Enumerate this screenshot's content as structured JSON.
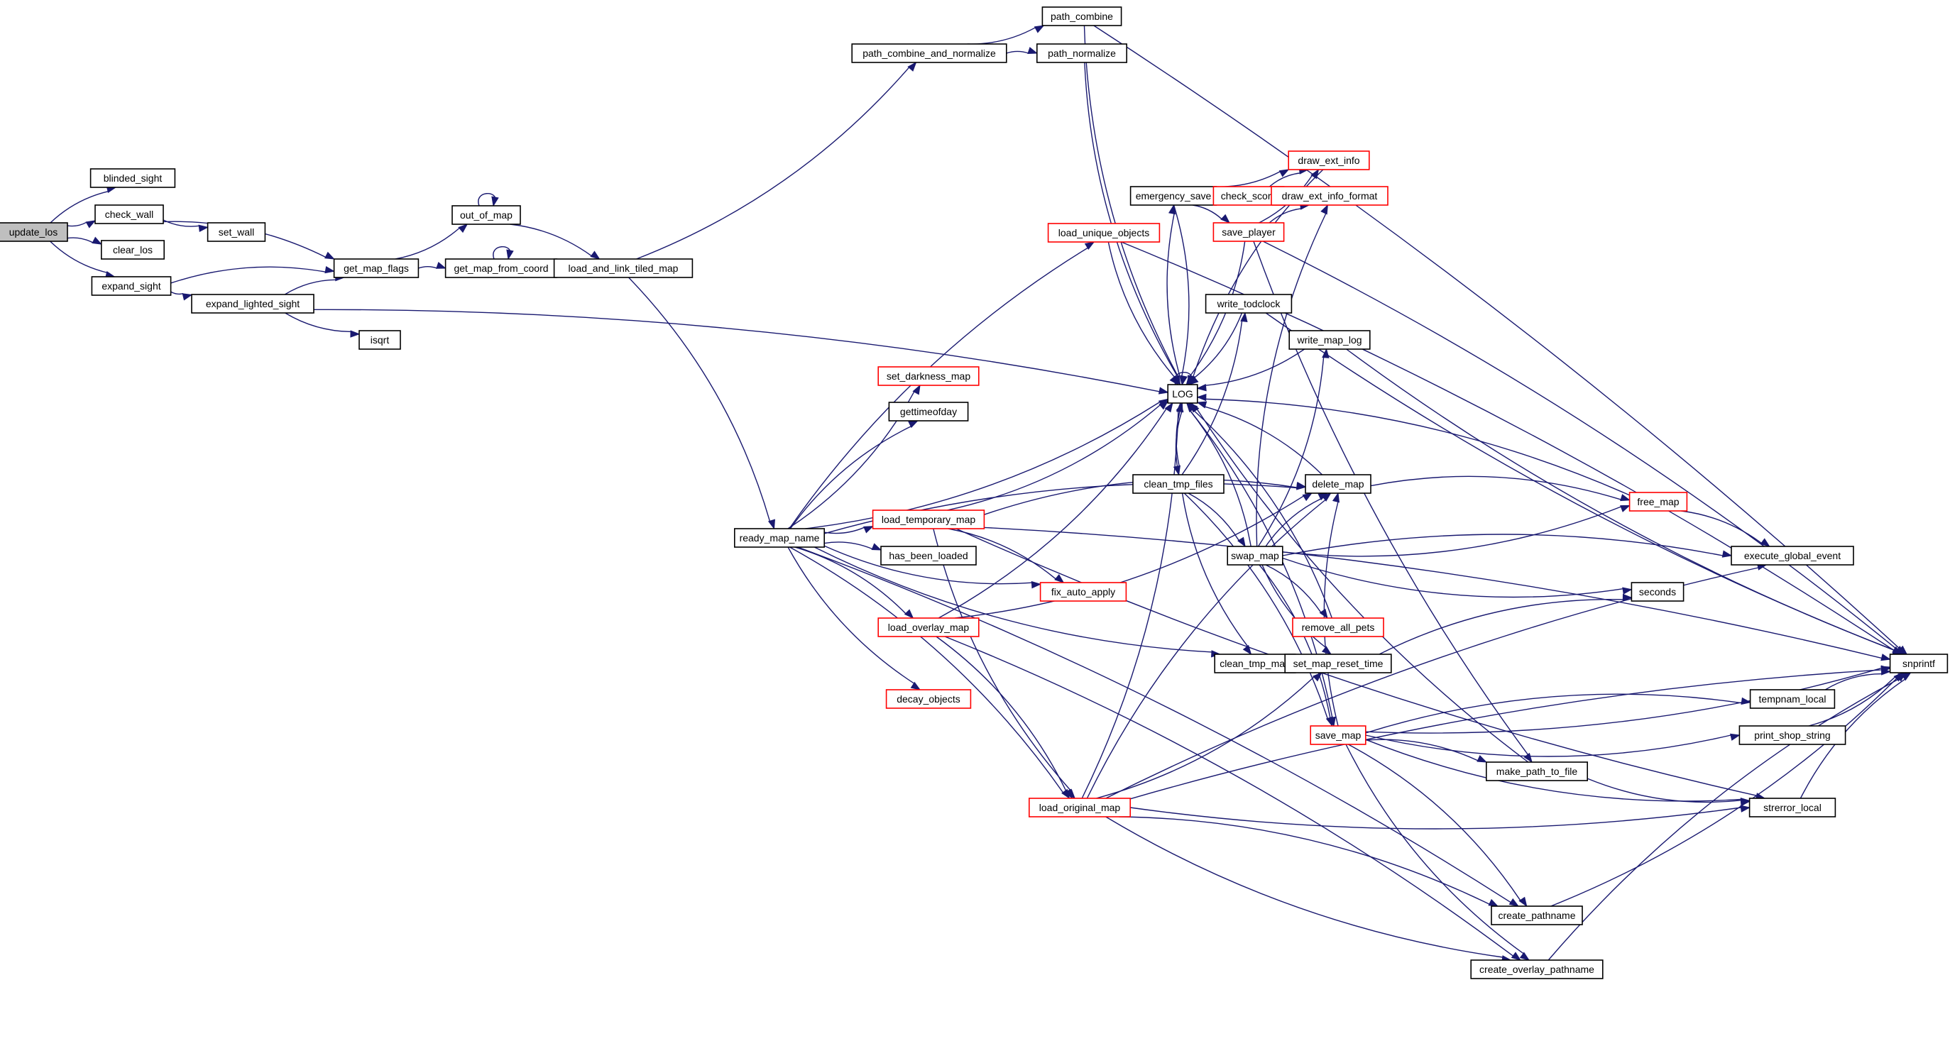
{
  "diagram": {
    "type": "call-graph",
    "colors": {
      "edge": "#191970",
      "node_border": "#000000",
      "truncated_border": "#ff0000",
      "root_fill": "#bfbfbf",
      "node_fill": "#ffffff"
    },
    "nodes": [
      {
        "id": "update_los",
        "label": "update_los",
        "root": true
      },
      {
        "id": "blinded_sight",
        "label": "blinded_sight"
      },
      {
        "id": "check_wall",
        "label": "check_wall"
      },
      {
        "id": "clear_los",
        "label": "clear_los"
      },
      {
        "id": "expand_sight",
        "label": "expand_sight"
      },
      {
        "id": "set_wall",
        "label": "set_wall"
      },
      {
        "id": "get_map_flags",
        "label": "get_map_flags"
      },
      {
        "id": "expand_lighted_sight",
        "label": "expand_lighted_sight"
      },
      {
        "id": "isqrt",
        "label": "isqrt"
      },
      {
        "id": "out_of_map",
        "label": "out_of_map"
      },
      {
        "id": "get_map_from_coord",
        "label": "get_map_from_coord"
      },
      {
        "id": "load_and_link_tiled_map",
        "label": "load_and_link_tiled_map"
      },
      {
        "id": "path_combine_and_normalize",
        "label": "path_combine_and_normalize"
      },
      {
        "id": "path_combine",
        "label": "path_combine"
      },
      {
        "id": "path_normalize",
        "label": "path_normalize"
      },
      {
        "id": "ready_map_name",
        "label": "ready_map_name"
      },
      {
        "id": "load_unique_objects",
        "label": "load_unique_objects",
        "truncated": true
      },
      {
        "id": "set_darkness_map",
        "label": "set_darkness_map",
        "truncated": true
      },
      {
        "id": "gettimeofday",
        "label": "gettimeofday"
      },
      {
        "id": "load_temporary_map",
        "label": "load_temporary_map",
        "truncated": true
      },
      {
        "id": "has_been_loaded",
        "label": "has_been_loaded"
      },
      {
        "id": "fix_auto_apply",
        "label": "fix_auto_apply",
        "truncated": true
      },
      {
        "id": "load_overlay_map",
        "label": "load_overlay_map",
        "truncated": true
      },
      {
        "id": "decay_objects",
        "label": "decay_objects",
        "truncated": true
      },
      {
        "id": "load_original_map",
        "label": "load_original_map",
        "truncated": true
      },
      {
        "id": "LOG",
        "label": "LOG"
      },
      {
        "id": "emergency_save",
        "label": "emergency_save"
      },
      {
        "id": "check_score",
        "label": "check_score",
        "truncated": true
      },
      {
        "id": "save_player",
        "label": "save_player",
        "truncated": true
      },
      {
        "id": "draw_ext_info",
        "label": "draw_ext_info",
        "truncated": true
      },
      {
        "id": "draw_ext_info_format",
        "label": "draw_ext_info_format",
        "truncated": true
      },
      {
        "id": "write_todclock",
        "label": "write_todclock"
      },
      {
        "id": "write_map_log",
        "label": "write_map_log"
      },
      {
        "id": "clean_tmp_files",
        "label": "clean_tmp_files"
      },
      {
        "id": "delete_map",
        "label": "delete_map"
      },
      {
        "id": "swap_map",
        "label": "swap_map"
      },
      {
        "id": "free_map",
        "label": "free_map",
        "truncated": true
      },
      {
        "id": "execute_global_event",
        "label": "execute_global_event"
      },
      {
        "id": "seconds",
        "label": "seconds"
      },
      {
        "id": "remove_all_pets",
        "label": "remove_all_pets",
        "truncated": true
      },
      {
        "id": "clean_tmp_map",
        "label": "clean_tmp_map"
      },
      {
        "id": "set_map_reset_time",
        "label": "set_map_reset_time"
      },
      {
        "id": "save_map",
        "label": "save_map",
        "truncated": true
      },
      {
        "id": "tempnam_local",
        "label": "tempnam_local"
      },
      {
        "id": "print_shop_string",
        "label": "print_shop_string"
      },
      {
        "id": "make_path_to_file",
        "label": "make_path_to_file"
      },
      {
        "id": "strerror_local",
        "label": "strerror_local"
      },
      {
        "id": "create_pathname",
        "label": "create_pathname"
      },
      {
        "id": "create_overlay_pathname",
        "label": "create_overlay_pathname"
      },
      {
        "id": "snprintf",
        "label": "snprintf"
      }
    ],
    "edges": [
      [
        "update_los",
        "blinded_sight"
      ],
      [
        "update_los",
        "check_wall"
      ],
      [
        "update_los",
        "clear_los"
      ],
      [
        "update_los",
        "expand_sight"
      ],
      [
        "check_wall",
        "get_map_flags"
      ],
      [
        "check_wall",
        "set_wall"
      ],
      [
        "expand_sight",
        "get_map_flags"
      ],
      [
        "expand_sight",
        "expand_lighted_sight"
      ],
      [
        "expand_lighted_sight",
        "get_map_flags"
      ],
      [
        "expand_lighted_sight",
        "isqrt"
      ],
      [
        "expand_lighted_sight",
        "LOG"
      ],
      [
        "get_map_flags",
        "out_of_map"
      ],
      [
        "get_map_flags",
        "get_map_from_coord"
      ],
      [
        "out_of_map",
        "out_of_map"
      ],
      [
        "out_of_map",
        "load_and_link_tiled_map"
      ],
      [
        "get_map_from_coord",
        "get_map_from_coord"
      ],
      [
        "get_map_from_coord",
        "load_and_link_tiled_map"
      ],
      [
        "load_and_link_tiled_map",
        "path_combine_and_normalize"
      ],
      [
        "load_and_link_tiled_map",
        "ready_map_name"
      ],
      [
        "path_combine_and_normalize",
        "path_combine"
      ],
      [
        "path_combine_and_normalize",
        "path_normalize"
      ],
      [
        "path_combine",
        "LOG"
      ],
      [
        "path_combine",
        "snprintf"
      ],
      [
        "path_normalize",
        "LOG"
      ],
      [
        "ready_map_name",
        "load_unique_objects"
      ],
      [
        "ready_map_name",
        "set_darkness_map"
      ],
      [
        "ready_map_name",
        "gettimeofday"
      ],
      [
        "ready_map_name",
        "load_temporary_map"
      ],
      [
        "ready_map_name",
        "has_been_loaded"
      ],
      [
        "ready_map_name",
        "fix_auto_apply"
      ],
      [
        "ready_map_name",
        "load_overlay_map"
      ],
      [
        "ready_map_name",
        "decay_objects"
      ],
      [
        "ready_map_name",
        "load_original_map"
      ],
      [
        "ready_map_name",
        "LOG"
      ],
      [
        "ready_map_name",
        "delete_map"
      ],
      [
        "ready_map_name",
        "clean_tmp_map"
      ],
      [
        "ready_map_name",
        "create_pathname"
      ],
      [
        "load_unique_objects",
        "LOG"
      ],
      [
        "load_unique_objects",
        "snprintf"
      ],
      [
        "load_temporary_map",
        "LOG"
      ],
      [
        "load_temporary_map",
        "fix_auto_apply"
      ],
      [
        "load_temporary_map",
        "load_original_map"
      ],
      [
        "load_temporary_map",
        "delete_map"
      ],
      [
        "load_temporary_map",
        "strerror_local"
      ],
      [
        "load_temporary_map",
        "snprintf"
      ],
      [
        "load_overlay_map",
        "LOG"
      ],
      [
        "load_overlay_map",
        "load_original_map"
      ],
      [
        "load_overlay_map",
        "delete_map"
      ],
      [
        "load_overlay_map",
        "create_overlay_pathname"
      ],
      [
        "load_original_map",
        "LOG"
      ],
      [
        "load_original_map",
        "delete_map"
      ],
      [
        "load_original_map",
        "set_map_reset_time"
      ],
      [
        "load_original_map",
        "execute_global_event"
      ],
      [
        "load_original_map",
        "strerror_local"
      ],
      [
        "load_original_map",
        "create_pathname"
      ],
      [
        "load_original_map",
        "create_overlay_pathname"
      ],
      [
        "load_original_map",
        "snprintf"
      ],
      [
        "LOG",
        "LOG"
      ],
      [
        "LOG",
        "emergency_save"
      ],
      [
        "LOG",
        "clean_tmp_files"
      ],
      [
        "emergency_save",
        "LOG"
      ],
      [
        "emergency_save",
        "check_score"
      ],
      [
        "emergency_save",
        "save_player"
      ],
      [
        "emergency_save",
        "draw_ext_info"
      ],
      [
        "check_score",
        "draw_ext_info"
      ],
      [
        "check_score",
        "draw_ext_info_format"
      ],
      [
        "save_player",
        "LOG"
      ],
      [
        "save_player",
        "draw_ext_info"
      ],
      [
        "save_player",
        "draw_ext_info_format"
      ],
      [
        "save_player",
        "make_path_to_file"
      ],
      [
        "save_player",
        "snprintf"
      ],
      [
        "draw_ext_info",
        "LOG"
      ],
      [
        "write_todclock",
        "LOG"
      ],
      [
        "write_todclock",
        "snprintf"
      ],
      [
        "write_map_log",
        "LOG"
      ],
      [
        "write_map_log",
        "snprintf"
      ],
      [
        "clean_tmp_files",
        "LOG"
      ],
      [
        "clean_tmp_files",
        "write_todclock"
      ],
      [
        "clean_tmp_files",
        "swap_map"
      ],
      [
        "clean_tmp_files",
        "clean_tmp_map"
      ],
      [
        "clean_tmp_files",
        "save_map"
      ],
      [
        "delete_map",
        "LOG"
      ],
      [
        "delete_map",
        "free_map"
      ],
      [
        "swap_map",
        "LOG"
      ],
      [
        "swap_map",
        "delete_map"
      ],
      [
        "swap_map",
        "write_map_log"
      ],
      [
        "swap_map",
        "draw_ext_info_format"
      ],
      [
        "swap_map",
        "free_map"
      ],
      [
        "swap_map",
        "execute_global_event"
      ],
      [
        "swap_map",
        "seconds"
      ],
      [
        "swap_map",
        "remove_all_pets"
      ],
      [
        "swap_map",
        "set_map_reset_time"
      ],
      [
        "swap_map",
        "save_map"
      ],
      [
        "free_map",
        "LOG"
      ],
      [
        "free_map",
        "execute_global_event"
      ],
      [
        "remove_all_pets",
        "LOG"
      ],
      [
        "set_map_reset_time",
        "seconds"
      ],
      [
        "save_map",
        "LOG"
      ],
      [
        "save_map",
        "delete_map"
      ],
      [
        "save_map",
        "snprintf"
      ],
      [
        "save_map",
        "tempnam_local"
      ],
      [
        "save_map",
        "print_shop_string"
      ],
      [
        "save_map",
        "make_path_to_file"
      ],
      [
        "save_map",
        "strerror_local"
      ],
      [
        "save_map",
        "create_pathname"
      ],
      [
        "save_map",
        "create_overlay_pathname"
      ],
      [
        "tempnam_local",
        "snprintf"
      ],
      [
        "print_shop_string",
        "snprintf"
      ],
      [
        "make_path_to_file",
        "LOG"
      ],
      [
        "make_path_to_file",
        "strerror_local"
      ],
      [
        "strerror_local",
        "snprintf"
      ],
      [
        "create_pathname",
        "snprintf"
      ],
      [
        "create_overlay_pathname",
        "snprintf"
      ]
    ]
  }
}
